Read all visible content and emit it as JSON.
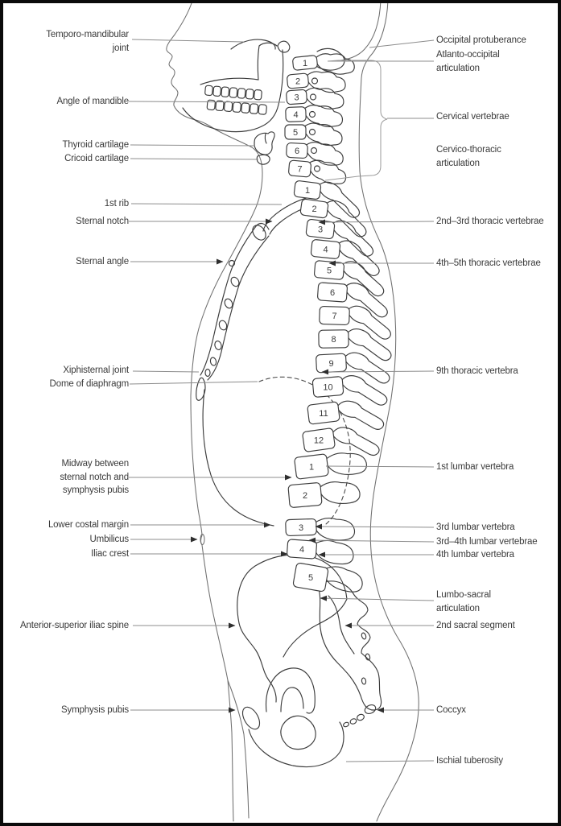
{
  "page": {
    "background": "#ffffff",
    "border_color": "#0b0b0b"
  },
  "colors": {
    "bone_line": "#3c3c3c",
    "body_outline": "#6f6f6f",
    "leader_line": "#8c8c8c",
    "label_text": "#3a3a3a",
    "arrowhead": "#2f2f2f"
  },
  "labels": {
    "left": [
      {
        "text": "Temporo-mandibular\njoint"
      },
      {
        "text": "Angle of mandible"
      },
      {
        "text": "Thyroid cartilage"
      },
      {
        "text": "Cricoid cartilage"
      },
      {
        "text": "1st rib"
      },
      {
        "text": "Sternal notch"
      },
      {
        "text": "Sternal angle"
      },
      {
        "text": "Xiphisternal joint"
      },
      {
        "text": "Dome of diaphragm"
      },
      {
        "text": "Midway between\nsternal notch and\nsymphysis pubis"
      },
      {
        "text": "Lower costal margin"
      },
      {
        "text": "Umbilicus"
      },
      {
        "text": "Iliac crest"
      },
      {
        "text": "Anterior-superior iliac spine"
      },
      {
        "text": "Symphysis pubis"
      }
    ],
    "right": [
      {
        "text": "Occipital protuberance"
      },
      {
        "text": "Atlanto-occipital\narticulation"
      },
      {
        "text": "Cervical vertebrae"
      },
      {
        "text": "Cervico-thoracic\narticulation"
      },
      {
        "text": "2nd–3rd thoracic vertebrae"
      },
      {
        "text": "4th–5th thoracic vertebrae"
      },
      {
        "text": "9th thoracic vertebra"
      },
      {
        "text": "1st lumbar vertebra"
      },
      {
        "text": "3rd lumbar vertebra"
      },
      {
        "text": "3rd–4th lumbar vertebrae"
      },
      {
        "text": "4th lumbar vertebra"
      },
      {
        "text": "Lumbo-sacral\narticulation"
      },
      {
        "text": "2nd sacral segment"
      },
      {
        "text": "Coccyx"
      },
      {
        "text": "Ischial tuberosity"
      }
    ]
  },
  "vertebra_numbers": {
    "cervical": [
      "1",
      "2",
      "3",
      "4",
      "5",
      "6",
      "7"
    ],
    "thoracic": [
      "1",
      "2",
      "3",
      "4",
      "5",
      "6",
      "7",
      "8",
      "9",
      "10",
      "11",
      "12"
    ],
    "lumbar": [
      "1",
      "2",
      "3",
      "4",
      "5"
    ]
  }
}
